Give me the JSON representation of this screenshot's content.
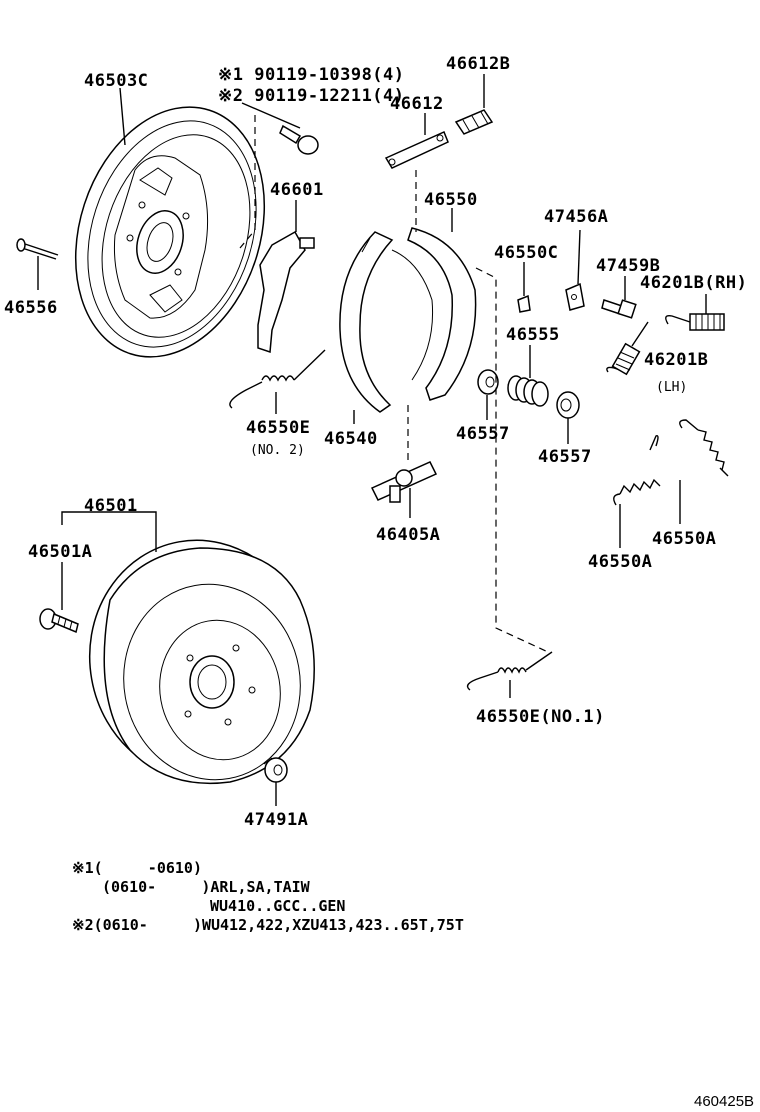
{
  "labels": {
    "p46503C": "46503C",
    "bolt_note_1": "※1 90119-10398(4)",
    "bolt_note_2": "※2 90119-12211(4)",
    "p46612B": "46612B",
    "p46612": "46612",
    "p46601": "46601",
    "p46550": "46550",
    "p47456A": "47456A",
    "p46550C": "46550C",
    "p47459B": "47459B",
    "p46201B_RH": "46201B(RH)",
    "p46556": "46556",
    "p46555": "46555",
    "p46201B_LH": "46201B",
    "lh_note": "(LH)",
    "p46550E_no2": "46550E",
    "no2_note": "(NO. 2)",
    "p46540": "46540",
    "p46557_a": "46557",
    "p46557_b": "46557",
    "p46501": "46501",
    "p46501A": "46501A",
    "p46405A": "46405A",
    "p46550A_a": "46550A",
    "p46550A_b": "46550A",
    "p46550E_no1": "46550E(NO.1)",
    "p47491A": "47491A"
  },
  "notes": {
    "line1": "※1(     -0610)",
    "line2": "(0610-     )ARL,SA,TAIW",
    "line3": "WU410..GCC..GEN",
    "line4": "※2(0610-     )WU412,422,XZU413,423..65T,75T"
  },
  "ref_code": "460425B"
}
